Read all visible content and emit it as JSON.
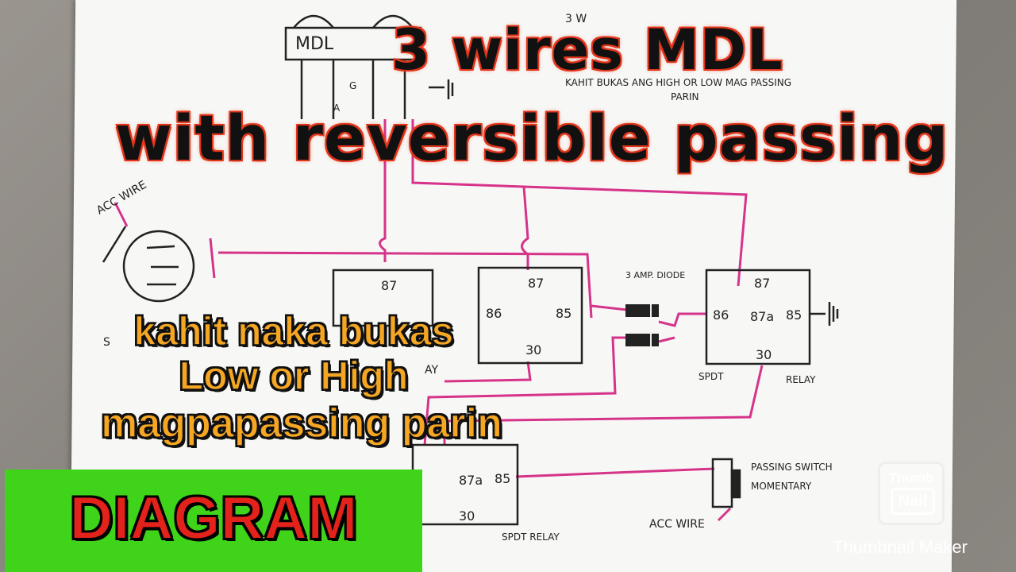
{
  "title_line1": "3 wires MDL",
  "title_line2": "with reversible passing",
  "caption_line1": "kahit naka bukas",
  "caption_line2": "Low or High",
  "caption_line3": "magpapassing parin",
  "badge": "DIAGRAM",
  "logo_line1": "Thumb",
  "logo_line2": "Nail",
  "watermark": "Thumbnail Maker",
  "notes": {
    "top_label": "3 W",
    "top_note_1": "KAHIT BUKAS ANG HIGH OR LOW MAG PASSING",
    "top_note_2": "PARIN",
    "mdl": "MDL",
    "acc_wire_top": "ACC WIRE",
    "diode": "3 AMP. DIODE",
    "spdt": "SPDT",
    "relay": "RELAY",
    "spdt_relay": "SPDT RELAY",
    "passing_switch_1": "PASSING SWITCH",
    "passing_switch_2": "MOMENTARY",
    "acc_wire_bottom": "ACC WIRE",
    "relay_87": "87",
    "relay_86": "86",
    "relay_85": "85",
    "relay_30": "30",
    "relay_87a": "87a",
    "letter_g": "G",
    "letter_a": "A",
    "s_mark": "S",
    "ay_mark": "AY"
  },
  "colors": {
    "paper": "#f7f7f5",
    "wire": "#d6338a",
    "title_stroke": "#e2361b",
    "caption": "#f5a623",
    "badge_bg": "#3fd41a",
    "badge_text": "#e2221b"
  }
}
